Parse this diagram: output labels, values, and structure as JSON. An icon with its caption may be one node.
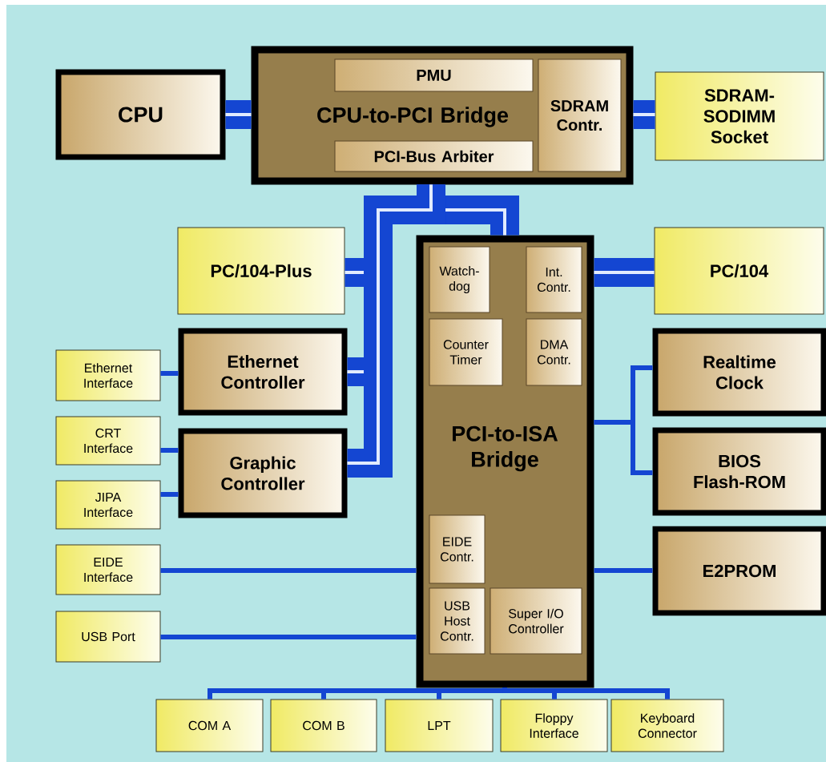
{
  "diagram": {
    "nodes": [
      {
        "text": [
          "CPU-to-PCI Bridge"
        ]
      },
      {
        "text": [
          "PMU"
        ],
        "in": 0
      },
      {
        "text": [
          "PCI-Bus Arbiter"
        ],
        "in": 0
      },
      {
        "text": [
          "SDRAM Contr."
        ],
        "in": 0
      },
      {
        "text": [
          "CPU"
        ]
      },
      {
        "text": [
          "SDRAM-SODIMM Socket"
        ]
      },
      {
        "text": [
          "PC/104-Plus"
        ]
      },
      {
        "text": [
          "PCI-to-ISA Bridge"
        ]
      },
      {
        "text": [
          "Watch-dog"
        ],
        "in": 7
      },
      {
        "text": [
          "Int. Contr."
        ],
        "in": 7
      },
      {
        "text": [
          "Counter Timer"
        ],
        "in": 7
      },
      {
        "text": [
          "DMA Contr."
        ],
        "in": 7
      },
      {
        "text": [
          "EIDE Contr."
        ],
        "in": 7
      },
      {
        "text": [
          "USB Host Contr."
        ],
        "in": 7
      },
      {
        "text": [
          "Super I/O Controller"
        ],
        "in": 7
      },
      {
        "text": [
          "PC/104"
        ]
      },
      {
        "text": [
          "Ethernet Controller"
        ]
      },
      {
        "text": [
          "Ethernet Interface"
        ]
      },
      {
        "text": [
          "CRT Interface"
        ]
      },
      {
        "text": [
          "Graphic Controller"
        ]
      },
      {
        "text": [
          "JIPA Interface"
        ]
      },
      {
        "text": [
          "Realtime Clock"
        ]
      },
      {
        "text": [
          "BIOS Flash-ROM"
        ]
      },
      {
        "text": [
          "EIDE Interface"
        ]
      },
      {
        "text": [
          "E2PROM"
        ]
      },
      {
        "text": [
          "USB Port"
        ]
      },
      {
        "text": [
          "COM A"
        ]
      },
      {
        "text": [
          "COM B"
        ]
      },
      {
        "text": [
          "LPT"
        ]
      },
      {
        "text": [
          "Floppy Interface"
        ]
      },
      {
        "text": [
          "Keyboard Connector"
        ]
      }
    ],
    "edges": [
      {
        "from": 4,
        "to": 0,
        "arrow": "none",
        "style": "thick"
      },
      {
        "from": 0,
        "to": 5,
        "arrow": "none",
        "style": "thick"
      },
      {
        "from": 0,
        "to": 7,
        "arrow": "none",
        "style": "thick"
      },
      {
        "from": 0,
        "to": 6,
        "arrow": "none",
        "style": "thick"
      },
      {
        "from": 0,
        "to": 16,
        "arrow": "none",
        "style": "thick"
      },
      {
        "from": 0,
        "to": 19,
        "arrow": "none",
        "style": "thick"
      },
      {
        "from": 7,
        "to": 15,
        "arrow": "none",
        "style": "thick"
      },
      {
        "from": 16,
        "to": 17,
        "arrow": "none"
      },
      {
        "from": 19,
        "to": 18,
        "arrow": "none"
      },
      {
        "from": 19,
        "to": 20,
        "arrow": "none"
      },
      {
        "from": 7,
        "to": 21,
        "arrow": "none"
      },
      {
        "from": 7,
        "to": 22,
        "arrow": "none"
      },
      {
        "from": 23,
        "to": 7,
        "arrow": "none"
      },
      {
        "from": 7,
        "to": 24,
        "arrow": "none"
      },
      {
        "from": 25,
        "to": 7,
        "arrow": "none"
      },
      {
        "from": 7,
        "to": 26,
        "arrow": "none"
      },
      {
        "from": 7,
        "to": 27,
        "arrow": "none"
      },
      {
        "from": 7,
        "to": 28,
        "arrow": "none"
      },
      {
        "from": 7,
        "to": 29,
        "arrow": "none"
      },
      {
        "from": 7,
        "to": 30,
        "arrow": "none"
      }
    ]
  }
}
